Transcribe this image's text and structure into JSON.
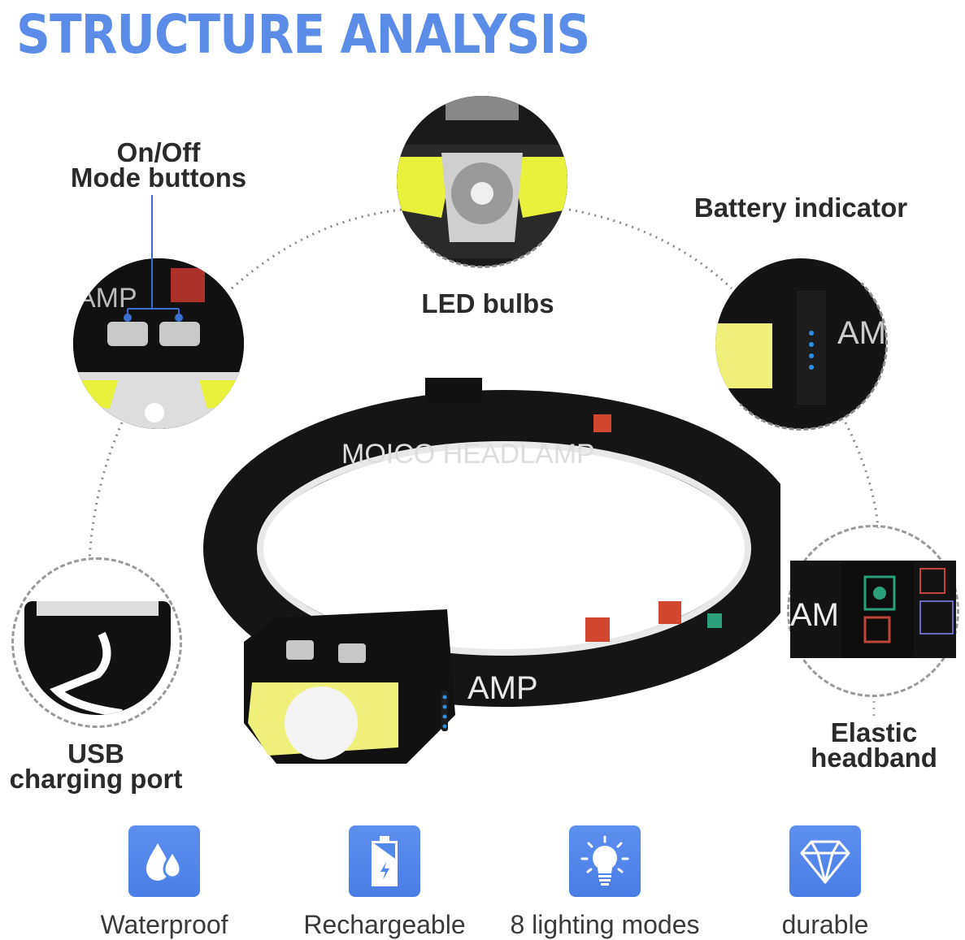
{
  "title": "STRUCTURE ANALYSIS",
  "callouts": {
    "buttons": {
      "line1": "On/Off",
      "line2": "Mode buttons"
    },
    "led": {
      "label": "LED bulbs"
    },
    "battery": {
      "label": "Battery indicator"
    },
    "usb": {
      "line1": "USB",
      "line2": "charging port"
    },
    "headband": {
      "line1": "Elastic",
      "line2": "headband"
    }
  },
  "product": {
    "band_text_top": "MOICO HEADLAMP",
    "band_text_front": "AMP",
    "battery_leds": 4
  },
  "features": [
    {
      "icon": "water-drops-icon",
      "label": "Waterproof"
    },
    {
      "icon": "battery-charging-icon",
      "label": "Rechargeable"
    },
    {
      "icon": "light-bulb-icon",
      "label": "8 lighting modes"
    },
    {
      "icon": "diamond-icon",
      "label": "durable"
    }
  ],
  "colors": {
    "accent": "#5b8de8",
    "icon_bg": "#5289ec",
    "text": "#2a2a2a",
    "cob_yellow": "#e8f23a",
    "indicator_blue": "#2f8fe0"
  }
}
